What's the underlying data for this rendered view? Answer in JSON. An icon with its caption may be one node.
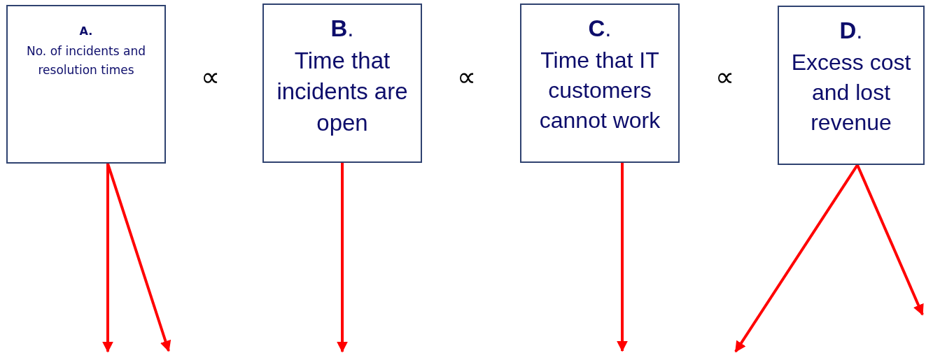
{
  "diagram": {
    "nodes": [
      {
        "text": [
          "A.",
          "No. of incidents and resolution times"
        ]
      },
      {
        "text": [
          "**B**.",
          "Time that incidents are open"
        ]
      },
      {
        "text": [
          "**C**.",
          "Time that IT customers cannot work"
        ]
      },
      {
        "text": [
          "**D**.",
          "Excess cost and lost revenue"
        ]
      }
    ],
    "edges": [
      {
        "from": 0,
        "to": null,
        "arrow": "to"
      },
      {
        "from": 0,
        "to": null,
        "arrow": "to"
      },
      {
        "from": 1,
        "to": null,
        "arrow": "to"
      },
      {
        "from": 2,
        "to": null,
        "arrow": "to"
      },
      {
        "from": 3,
        "to": null,
        "arrow": "to"
      },
      {
        "from": 3,
        "to": null,
        "arrow": "to"
      }
    ],
    "labels": [
      "∝",
      "∝",
      "∝"
    ]
  }
}
